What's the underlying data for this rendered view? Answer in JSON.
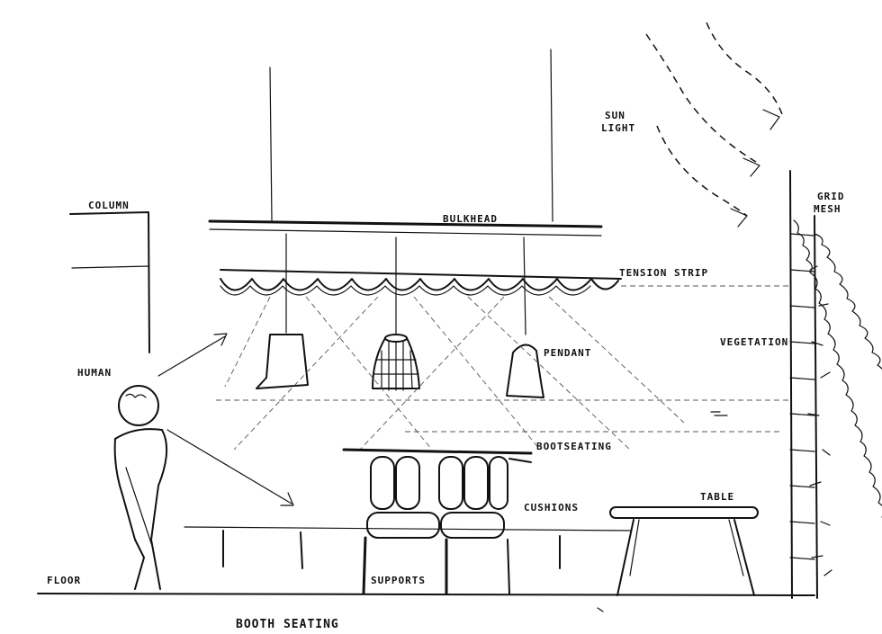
{
  "labels": {
    "column": "COLUMN",
    "bulkhead": "BULKHEAD",
    "tension_strip": "TENSION STRIP",
    "sun": "SUN",
    "light": "LIGHT",
    "grid": "GRID",
    "mesh": "MESH",
    "human": "HUMAN",
    "pendant": "PENDANT",
    "vegetation": "VEGETATION",
    "bootseating": "BOOTSEATING",
    "cushions": "CUSHIONS",
    "table": "TABLE",
    "floor": "FLOOR",
    "supports": "SUPPORTS",
    "title": "BOOTH SEATING"
  }
}
